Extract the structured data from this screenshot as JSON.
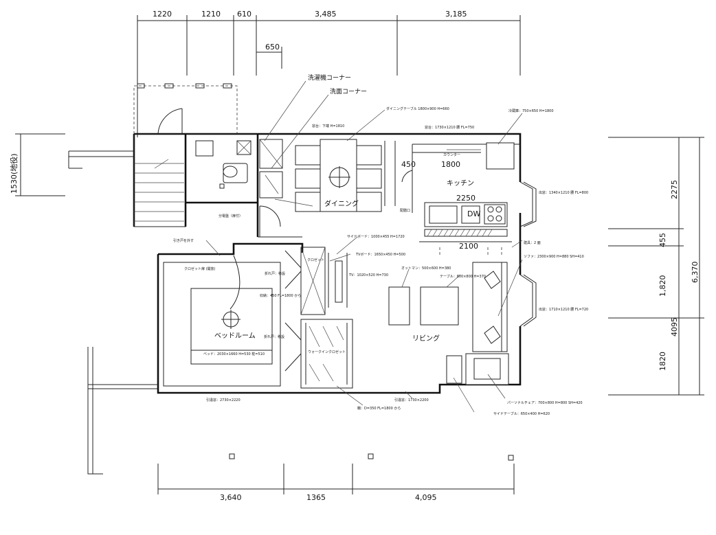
{
  "dimensions": {
    "top": [
      "1220",
      "1210",
      "610",
      "3,485",
      "3,185"
    ],
    "top_sub": "650",
    "left": "1530(地役)",
    "right_inner": [
      "2275",
      "455",
      "1,820",
      "1820"
    ],
    "right_outer": [
      "6,370",
      "4095"
    ],
    "bottom": [
      "3,640",
      "1365",
      "4,095"
    ]
  },
  "rooms": {
    "kitchen": "キッチン",
    "dining": "ダイニング",
    "living": "リビング",
    "bedroom": "ベッドルーム",
    "closet": "クロゼット",
    "walk_in_closet": "ウォークインクロゼット",
    "laundry_corner": "洗濯機コーナー",
    "washroom_corner": "洗面コーナー",
    "dw": "DW"
  },
  "inner_dims": {
    "kitchen_counter": "1800",
    "kitchen_450": "450",
    "kitchen_2250": "2250",
    "kitchen_2100": "2100"
  },
  "notes": {
    "dining_table": "ダイニングテーブル 1800×900 H=660",
    "fridge": "冷蔵庫：750×650 H=1800",
    "kitchen_window_top": "窓台：1730×1210 腰 FL=750",
    "dining_window": "窓台：下端 H=1810",
    "counter_label": "カウンター",
    "serving_hatch": "配膳口",
    "kitchen_bay": "出窓：1340×1210 腰 FL=800",
    "sofa": "ソファ：2300×900 H=880 SH=410",
    "living_bay": "出窓：1710×1210 腰 FL=720",
    "partition_ceiling": "建具：2 面",
    "sideboard": "サイドボード：1000×455 H=1720",
    "tv_board": "TVボード：1650×450 H=500",
    "tv": "TV：1020×520 H=730",
    "ottoman": "オットマン：500×600 H=380",
    "coffee_table": "テーブル：800×800 H=370",
    "armchair": "パーソナルチェア：700×800 H=800 SH=420",
    "side_table": "サイドテーブル：650×400 H=620",
    "bedroom_door": "引き戸を外す",
    "divider": "分電盤（扉付）",
    "closet_door": "クロゼット扉 (開放)",
    "bed_closet_door": "折れ戸：移設",
    "shelf": "収納：450 FL=1800 から",
    "sliding_door": "折れ戸：移設",
    "bed": "ベッド：2030×1660 H=530 枕=510",
    "bedroom_window": "引違窓：2730×2220",
    "walkin_shelf": "棚：D=350 FL=1800 から",
    "living_window": "引違窓：1730×2200"
  }
}
